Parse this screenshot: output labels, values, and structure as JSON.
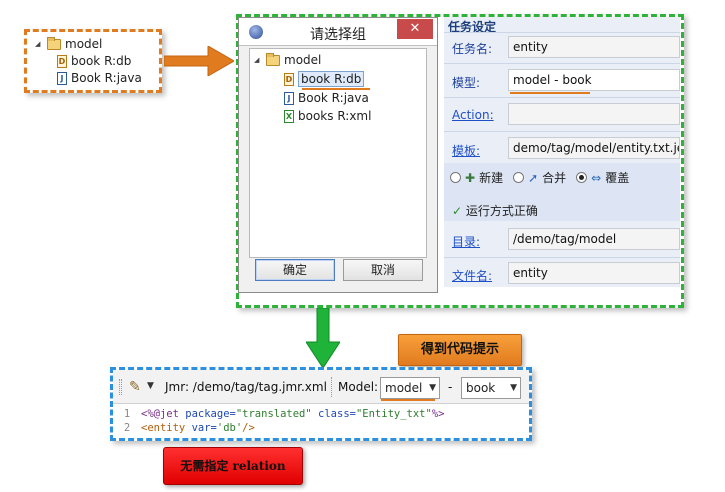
{
  "mini_tree": {
    "root": "model",
    "items": [
      "book R:db",
      "Book R:java"
    ]
  },
  "dialog": {
    "title": "请选择组",
    "close": "✕",
    "tree_root": "model",
    "items": [
      {
        "label": "book R:db",
        "icon": "db-file-icon",
        "selected": true
      },
      {
        "label": "Book R:java",
        "icon": "java-file-icon"
      },
      {
        "label": "books R:xml",
        "icon": "xml-file-icon"
      }
    ],
    "ok_label": "确定",
    "cancel_label": "取消"
  },
  "settings": {
    "title": "任务设定",
    "task_name_label": "任务名:",
    "task_name_value": "entity",
    "model_label": "模型:",
    "model_value": "model - book",
    "action_label": "Action:",
    "action_value": "",
    "template_label": "模板:",
    "template_value": "demo/tag/model/entity.txt.jet",
    "radio_new": "新建",
    "radio_merge": "合并",
    "radio_overwrite": "覆盖",
    "status_text": "运行方式正确",
    "dir_label": "目录:",
    "dir_value": "/demo/tag/model",
    "filename_label": "文件名:",
    "filename_value": "entity"
  },
  "editor": {
    "file_label": "Jmr: /demo/tag/tag.jmr.xml",
    "model_label": "Model:",
    "model_select": "model",
    "dash": "-",
    "book_select": "book",
    "lines": [
      {
        "num": "1",
        "text_dir_open": "<%@jet ",
        "attr1": "package=",
        "val1": "\"translated\" ",
        "attr2": "class=",
        "val2": "\"Entity_txt\"",
        "dir_close": "%>"
      },
      {
        "num": "2",
        "tag_open": "<entity ",
        "attr": "var=",
        "val": "'db'",
        "tag_close": "/>"
      }
    ]
  },
  "callouts": {
    "code_hint": "得到代码提示",
    "no_relation": "无需指定 relation"
  },
  "colors": {
    "orange": "#e07b1f",
    "green": "#2fb23a",
    "blue": "#2d8fe0",
    "red": "#e00000"
  }
}
